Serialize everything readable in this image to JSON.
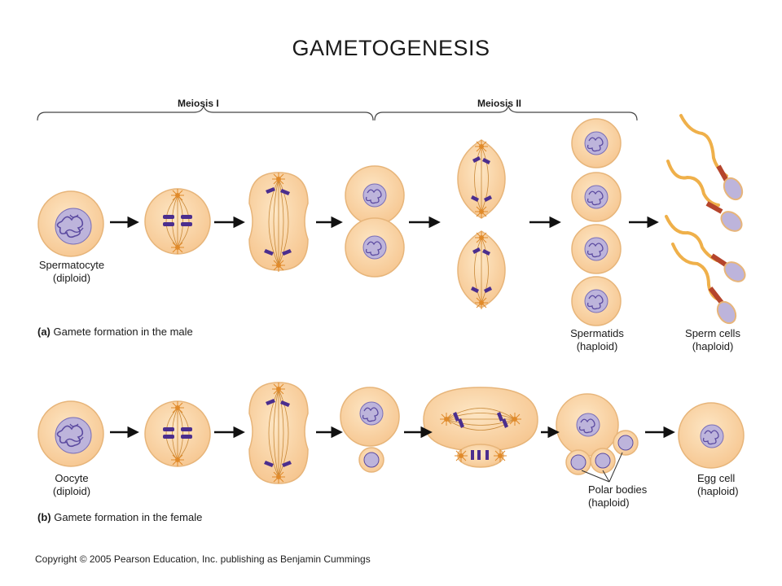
{
  "title": "GAMETOGENESIS",
  "meiosis_labels": {
    "first": "Meiosis I",
    "second": "Meiosis II"
  },
  "male": {
    "caption_letter": "(a)",
    "caption_text": "Gamete formation in the male",
    "start_label_1": "Spermatocyte",
    "start_label_2": "(diploid)",
    "spermatids_1": "Spermatids",
    "spermatids_2": "(haploid)",
    "sperm_1": "Sperm cells",
    "sperm_2": "(haploid)"
  },
  "female": {
    "caption_letter": "(b)",
    "caption_text": "Gamete formation in the female",
    "start_label_1": "Oocyte",
    "start_label_2": "(diploid)",
    "polar_1": "Polar bodies",
    "polar_2": "(haploid)",
    "egg_1": "Egg cell",
    "egg_2": "(haploid)"
  },
  "copyright": "Copyright © 2005 Pearson Education, Inc. publishing as Benjamin Cummings",
  "colors": {
    "cytoplasm": "#fbd8a8",
    "membrane": "#e7b57a",
    "nucleus": "#b9b0d8",
    "chromatin": "#5b4aa0",
    "chromosome": "#4b2e8e",
    "spindle": "#c98a3a",
    "tail": "#efb04a",
    "midpiece": "#b5452c"
  }
}
